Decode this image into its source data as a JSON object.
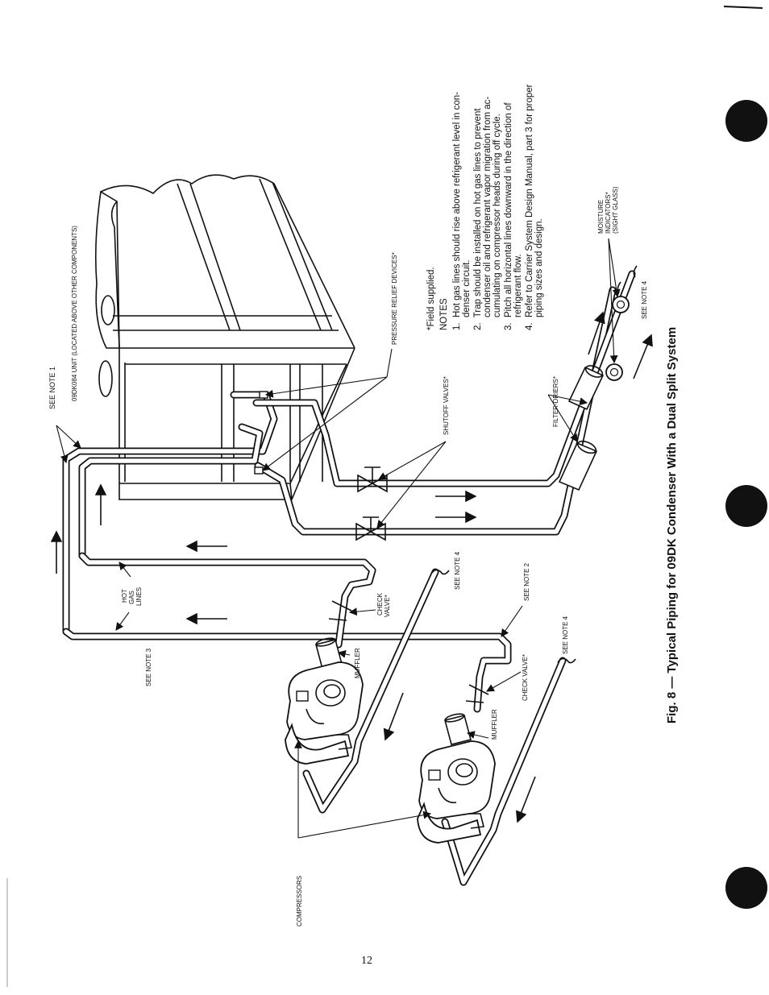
{
  "figure": {
    "caption": "Fig. 8 — Typical Piping for 09DK Condenser With a Dual Split System",
    "page_number": "12"
  },
  "labels": {
    "see_note_1": "SEE NOTE 1",
    "unit": "09DK084 UNIT (LOCATED ABOVE OTHER COMPONENTS)",
    "pressure_relief": "PRESSURE RELIEF DEVICES*",
    "shutoff_valves": "SHUTOFF VALVES*",
    "filter_driers": "FILTER-DRIERS*",
    "moisture_1": "MOISTURE",
    "moisture_2": "INDICATORS*",
    "moisture_3": "(SIGHT GLASS)",
    "see_note_4_a": "SEE NOTE 4",
    "see_note_4_b": "SEE NOTE 4",
    "see_note_4_c": "SEE NOTE 4",
    "see_note_2": "SEE NOTE 2",
    "see_note_3": "SEE NOTE 3",
    "hot_gas_1": "HOT",
    "hot_gas_2": "GAS",
    "hot_gas_3": "LINES",
    "check_valve_a1": "CHECK",
    "check_valve_a2": "VALVE*",
    "check_valve_b": "CHECK VALVE*",
    "muffler_a": "MUFFLER",
    "muffler_b": "MUFFLER",
    "compressors": "COMPRESSORS"
  },
  "notes": {
    "field_supplied": "*Field supplied.",
    "heading": "NOTES",
    "lines": [
      "1.  Hot gas lines should rise above refrigerant level in con-",
      "     denser circuit.",
      "2.  Trap should be installed on hot gas lines to prevent",
      "     condenser oil and refrigerant vapor migration from ac-",
      "     cumulating on compressor heads during off cycle.",
      "3.  Pitch all horizontal lines downward in the direction of",
      "     refrigerant flow.",
      "4.  Refer to Carrier System Design Manual, part 3 for proper",
      "     piping sizes and design."
    ]
  }
}
